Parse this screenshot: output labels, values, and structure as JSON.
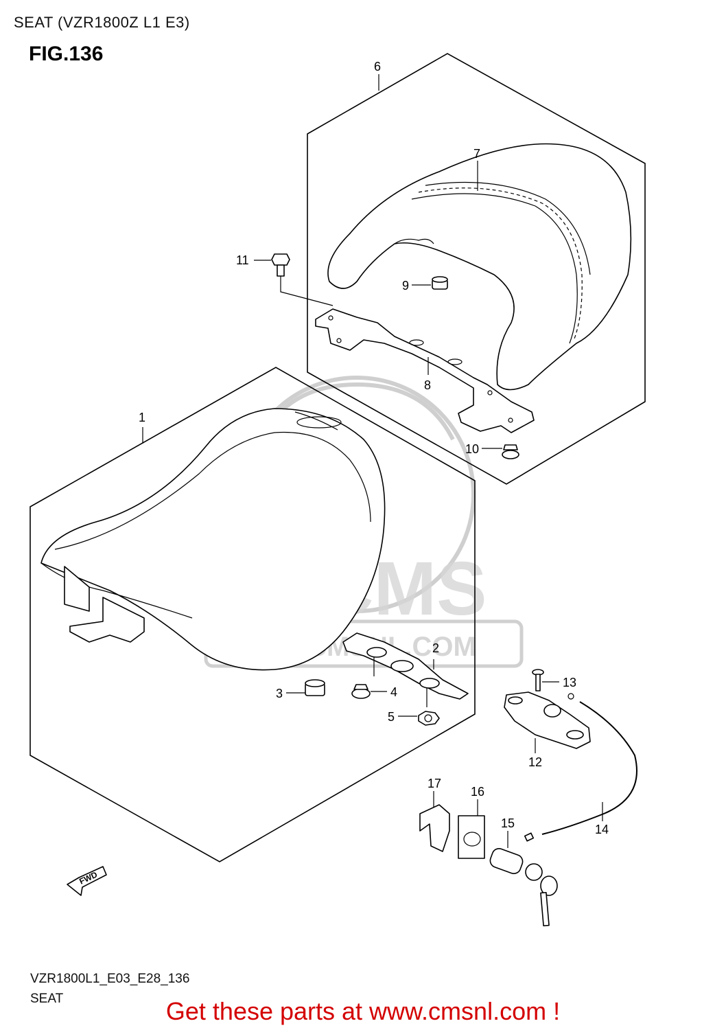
{
  "header": {
    "title": "SEAT (VZR1800Z L1 E3)",
    "figure": "FIG.136"
  },
  "watermark": {
    "logo_text": "CMS",
    "url_text": "WWW.CMSNL.COM"
  },
  "fwd_label": "FWD",
  "callouts": {
    "c1": "1",
    "c2": "2",
    "c3": "3",
    "c4": "4",
    "c5": "5",
    "c6": "6",
    "c7": "7",
    "c8": "8",
    "c9": "9",
    "c10": "10",
    "c11": "11",
    "c12": "12",
    "c13": "13",
    "c14": "14",
    "c15": "15",
    "c16": "16",
    "c17": "17"
  },
  "footer": {
    "model_code": "VZR1800L1_E03_E28_136",
    "section": "SEAT"
  },
  "promo": "Get these parts at www.cmsnl.com !",
  "colors": {
    "promo": "#d40000",
    "watermark": "#cfcfcf",
    "line": "#000000"
  }
}
